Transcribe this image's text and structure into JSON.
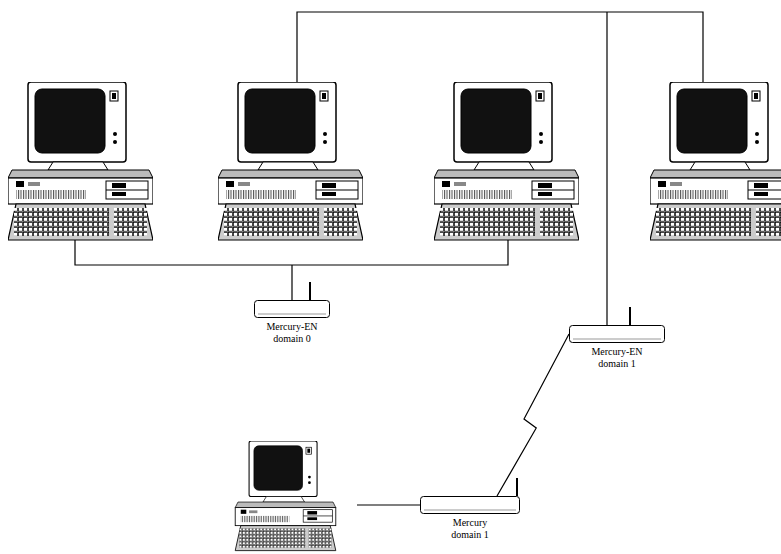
{
  "diagram": {
    "nodes": [
      {
        "text": [
          "Mercury-EN domain 0"
        ]
      },
      {
        "text": [
          "Mercury-EN domain 1"
        ]
      },
      {
        "text": [
          "Mercury domain 1"
        ]
      }
    ],
    "edges": [
      {
        "from": 2,
        "to": 1,
        "arrow": "none"
      }
    ]
  }
}
